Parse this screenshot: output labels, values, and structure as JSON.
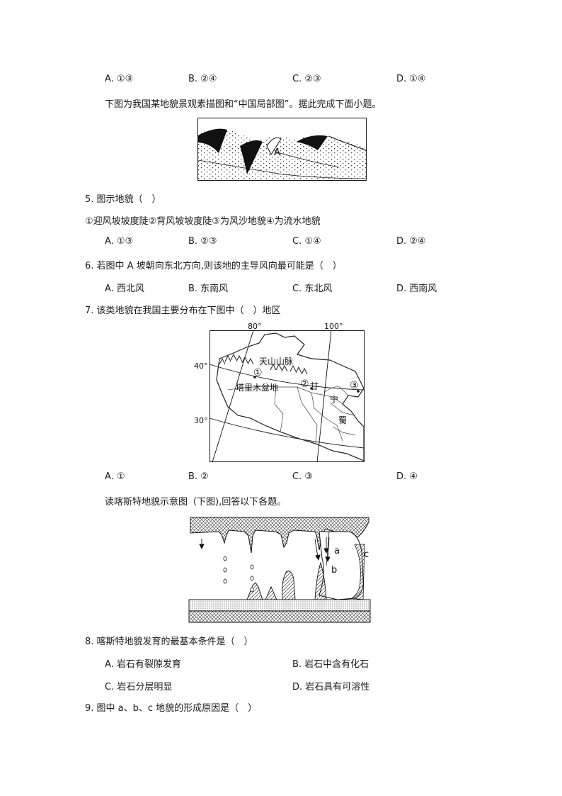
{
  "q4_options": [
    "A. ①③",
    "B. ②④",
    "C. ②③",
    "D. ①④"
  ],
  "intro1": "下图为我国某地貌景观素描图和“中国局部图”。据此完成下面小题。",
  "figure1": {
    "label_a": "A"
  },
  "q5": {
    "stem": "5. 图示地貌（　）",
    "statements": "①迎风坡坡度陡②背风坡坡度陡③为风沙地貌④为流水地貌",
    "options": [
      "A. ①③",
      "B. ②③",
      "C. ①④",
      "D. ②④"
    ]
  },
  "q6": {
    "stem": "6. 若图中 A 坡朝向东北方向,则该地的主导风向最可能是（　）",
    "options": [
      "A. 西北风",
      "B. 东南风",
      "C. 东北风",
      "D. 西南风"
    ]
  },
  "q7": {
    "stem": "7. 该类地貌在我国主要分布在下图中（　）地区",
    "options": [
      "A. ①",
      "B. ②",
      "C. ③",
      "D. ④"
    ]
  },
  "map": {
    "lon_80": "80°",
    "lon_100": "100°",
    "lat_40": "40°",
    "lat_30": "30°",
    "tianshan": "天山山脉",
    "tarim": "塔里木盆地",
    "gan": "甘",
    "ning": "宁",
    "shu": "蜀",
    "m1": "①",
    "m2": "②",
    "m3": "③"
  },
  "intro2": "读喀斯特地貌示意图（下图),回答以下各题。",
  "karst": {
    "a": "a",
    "b": "b",
    "c": "c"
  },
  "q8": {
    "stem": "8. 喀斯特地貌发育的最基本条件是（　）",
    "options": [
      "A. 岩石有裂隙发育",
      "B. 岩石中含有化石",
      "C. 岩石分层明显",
      "D. 岩石具有可溶性"
    ]
  },
  "q9": {
    "stem": "9. 图中 a、b、c 地貌的形成原因是（　）"
  }
}
